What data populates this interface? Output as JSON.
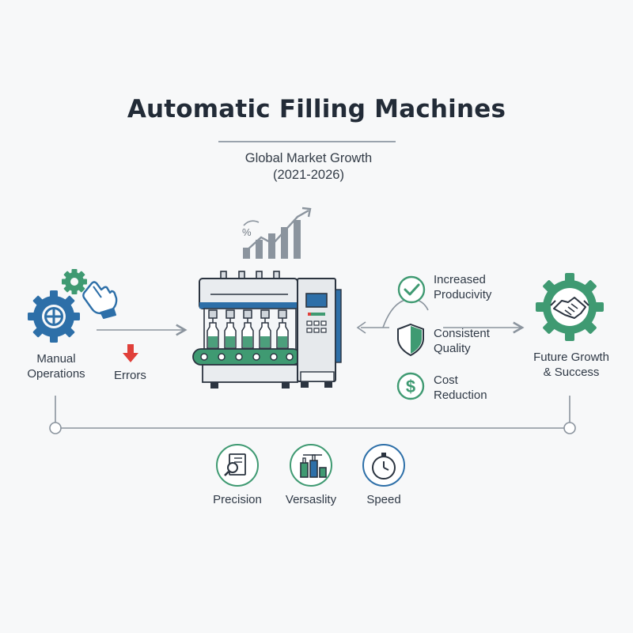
{
  "header": {
    "title": "Automatic Filling Machines",
    "subtitle": "Global Market Growth",
    "years": "(2021-2026)"
  },
  "left": {
    "manual_line1": "Manual",
    "manual_line2": "Operations",
    "errors": "Errors"
  },
  "benefits": [
    {
      "line1": "Increased",
      "line2": "Producivity",
      "icon": "check-circle-icon"
    },
    {
      "line1": "Consistent",
      "line2": "Quality",
      "icon": "shield-icon"
    },
    {
      "line1": "Cost",
      "line2": "Reduction",
      "icon": "dollar-circle-icon"
    }
  ],
  "right": {
    "line1": "Future Growth",
    "line2": "& Success",
    "icon": "handshake-gear-icon"
  },
  "growth_icon": {
    "symbol": "%"
  },
  "features": [
    {
      "label": "Precision",
      "icon": "document-magnifier-icon"
    },
    {
      "label": "Versaslity",
      "icon": "bottles-icon"
    },
    {
      "label": "Speed",
      "icon": "stopwatch-icon"
    }
  ],
  "colors": {
    "blue": "#2d6fa8",
    "green": "#3f9a72",
    "red": "#e0403a",
    "gray": "#8b949e"
  }
}
